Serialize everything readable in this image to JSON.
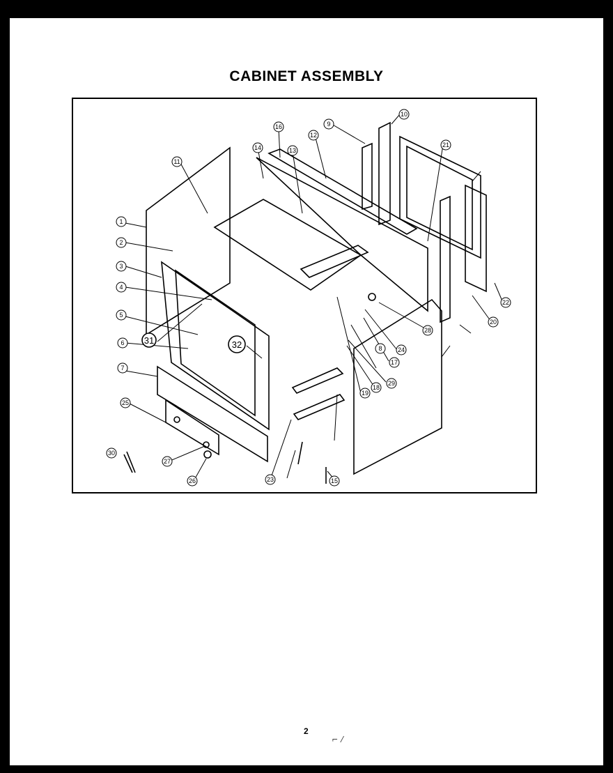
{
  "page": {
    "title": "CABINET ASSEMBLY",
    "page_number": "2",
    "mark": "⌐ /"
  },
  "diagram": {
    "callouts": [
      "1",
      "2",
      "3",
      "4",
      "5",
      "6",
      "7",
      "8",
      "9",
      "10",
      "11",
      "12",
      "13",
      "14",
      "15",
      "16",
      "17",
      "18",
      "19",
      "20",
      "21",
      "22",
      "23",
      "24",
      "25",
      "26",
      "27",
      "28",
      "29",
      "30",
      "31",
      "32"
    ]
  }
}
